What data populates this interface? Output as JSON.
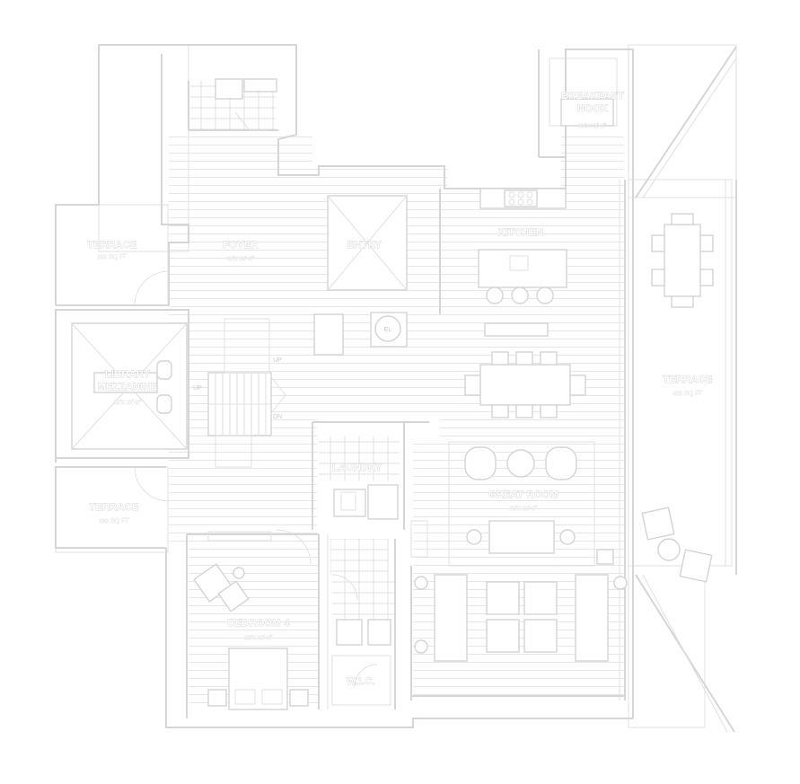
{
  "rooms": {
    "terrace_nw": {
      "name": "TERRACE",
      "area": "xxx SQ FT"
    },
    "foyer": {
      "name": "FOYER",
      "area": "xx'x xx'-x\""
    },
    "entry": {
      "name": "ENTRY"
    },
    "kitchen": {
      "name": "KITCHEN"
    },
    "breakfast": {
      "name": "BREAKFAST",
      "name2": "NOOK",
      "area": "xx'x xx'-x\""
    },
    "library": {
      "name": "LIBRARY",
      "name2": "MEZZANINE",
      "area": "xx'x xx'-x\""
    },
    "terrace_e": {
      "name": "TERRACE",
      "area": "xxx SQ FT"
    },
    "terrace_sw": {
      "name": "TERRACE",
      "area": "xxx SQ FT"
    },
    "laundry": {
      "name": "LAUNDRY"
    },
    "great_room": {
      "name": "GREAT ROOM",
      "area": "xx'x xx'-x\""
    },
    "bedroom4": {
      "name": "BEDROOM 4",
      "area": "xx'x xx'-x\""
    },
    "wic": {
      "name": "W.I.C."
    }
  },
  "marks": {
    "up": "UP",
    "down": "DN",
    "elevator": "EL"
  },
  "colors": {
    "wall": "#d6d6d6",
    "label_outline": "#c9c9c9",
    "background": "#ffffff"
  }
}
